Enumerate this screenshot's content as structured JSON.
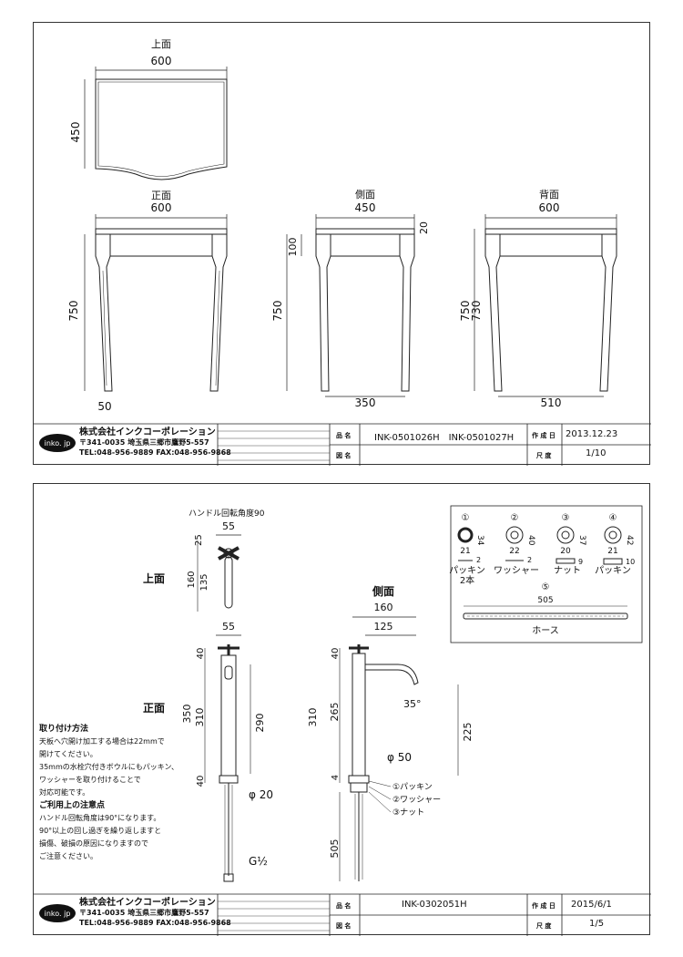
{
  "sheet1": {
    "views": {
      "top": {
        "title": "上面",
        "width": "600",
        "depth": "450"
      },
      "front": {
        "title": "正面",
        "width": "600",
        "height": "750",
        "leg": "50"
      },
      "side": {
        "title": "側面",
        "width": "450",
        "top_thickness": "20",
        "apron": "100",
        "height": "750",
        "leg_span": "350"
      },
      "back": {
        "title": "背面",
        "width": "600",
        "height": "750",
        "height2": "730",
        "leg_span": "510"
      }
    },
    "titleblock": {
      "logo": "inko. jp",
      "company": "株式会社インクコーポレーション",
      "address": "〒341-0035 埼玉県三郷市鷹野5-557",
      "tel": "TEL:048-956-9889 FAX:048-956-9868",
      "product_label": "品 名",
      "product": "INK-0501026H　INK-0501027H",
      "drawing_label": "図 名",
      "date_label": "作 成 日",
      "date": "2013.12.23",
      "scale_label": "尺 度",
      "scale": "1/10"
    }
  },
  "sheet2": {
    "handle_rotation": "ハンドル回転角度90",
    "top_view": {
      "title": "上面",
      "width": "55",
      "d25": "25",
      "d135": "135",
      "d160": "160"
    },
    "front_view": {
      "title": "正面",
      "width": "55",
      "d40": "40",
      "d310": "310",
      "d350": "350",
      "d290": "290",
      "d40b": "40",
      "phi": "φ 20",
      "thread": "G½"
    },
    "side_view": {
      "title": "側面",
      "width": "160",
      "spout": "125",
      "d40": "40",
      "d265": "265",
      "d310": "310",
      "d4": "4",
      "d225": "225",
      "angle": "35°",
      "phi": "φ 50",
      "d505": "505"
    },
    "callouts": [
      "①パッキン",
      "②ワッシャー",
      "③ナット"
    ],
    "parts": [
      {
        "num": "①",
        "name": "パッキン\n2本",
        "d": "21",
        "h": "34",
        "t": "2"
      },
      {
        "num": "②",
        "name": "ワッシャー",
        "d": "22",
        "h": "40",
        "t": "2"
      },
      {
        "num": "③",
        "name": "ナット",
        "d": "20",
        "h": "37",
        "t": "9"
      },
      {
        "num": "④",
        "name": "パッキン",
        "d": "21",
        "h": "42",
        "t": "10"
      }
    ],
    "hose": {
      "num": "⑤",
      "length": "505",
      "name": "ホース"
    },
    "notes": {
      "h1": "取り付け方法",
      "l1": "天板へ穴開け加工する場合は22mmで",
      "l2": "開けてください。",
      "l3": "35mmの水栓穴付きボウルにもパッキン、",
      "l4": "ワッシャーを取り付けることで",
      "l5": "対応可能です。",
      "h2": "ご利用上の注意点",
      "l6": "ハンドル回転角度は90°になります。",
      "l7": "90°以上の回し過ぎを繰り返しますと",
      "l8": "損傷、破損の原因になりますので",
      "l9": "ご注意ください。"
    },
    "titleblock": {
      "logo": "inko. jp",
      "company": "株式会社インクコーポレーション",
      "address": "〒341-0035 埼玉県三郷市鷹野5-557",
      "tel": "TEL:048-956-9889 FAX:048-956-9868",
      "product_label": "品 名",
      "product": "INK-0302051H",
      "drawing_label": "図 名",
      "date_label": "作 成 日",
      "date": "2015/6/1",
      "scale_label": "尺 度",
      "scale": "1/5"
    }
  }
}
